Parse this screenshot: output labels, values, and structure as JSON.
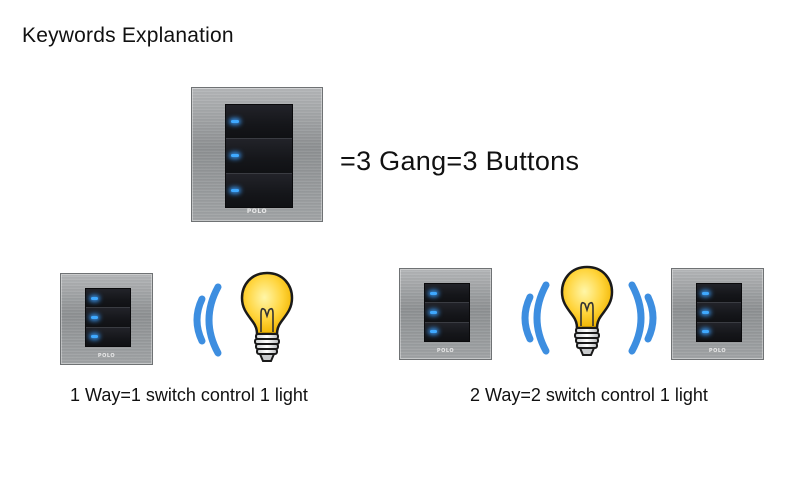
{
  "title": "Keywords Explanation",
  "gang_text": "=3 Gang=3 Buttons",
  "panel_brand": "POLO",
  "captions": {
    "one_way": "1 Way=1 switch control 1 light",
    "two_way": "2 Way=2 switch control 1 light"
  },
  "icons": [
    "wifi-wave-icon",
    "light-bulb-icon"
  ],
  "colors": {
    "wave_blue": "#3d8ee0",
    "led_blue": "#3fa9ff",
    "bulb_yellow": "#ffd43b",
    "panel_silver": "#a0a3a5"
  }
}
